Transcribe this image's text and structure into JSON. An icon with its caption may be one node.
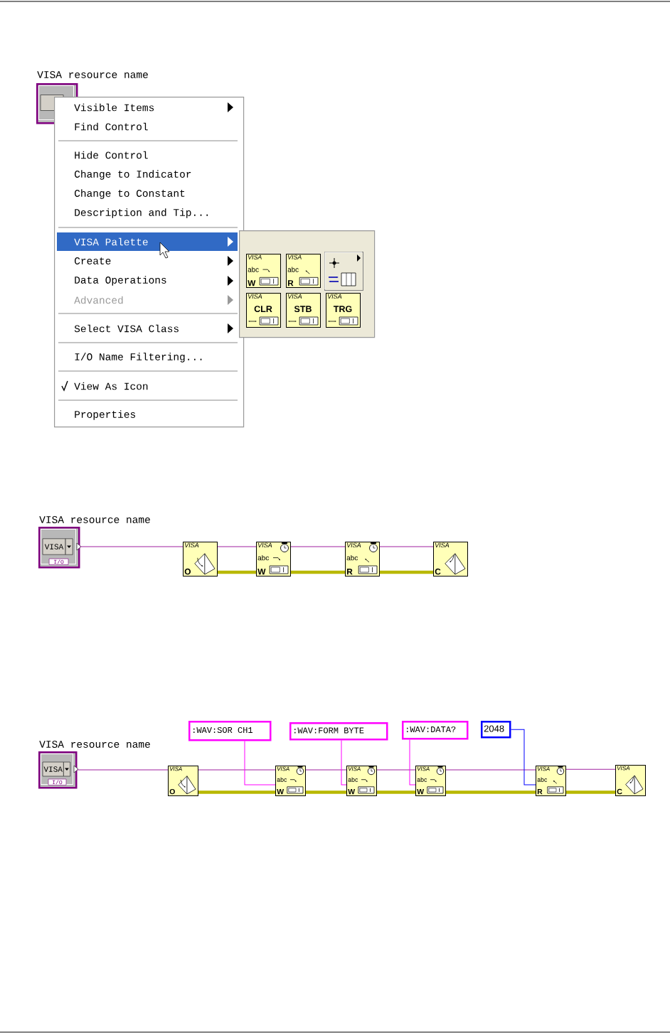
{
  "diagram": {
    "nodes": [
      {
        "text": [
          "VISA resource name"
        ]
      },
      {
        "text": [
          "Visible Items",
          "Find Control",
          "Hide Control",
          "Change to Indicator",
          "Change to Constant",
          "Description and Tip...",
          "VISA Palette",
          "Create",
          "Data Operations",
          "Advanced",
          "Select VISA Class",
          "I/O Name Filtering...",
          "View As Icon",
          "Properties"
        ]
      },
      {
        "text": [],
        "shape": "box"
      },
      {
        "text": [
          "VISA",
          "abc",
          "W"
        ],
        "in": 2
      },
      {
        "text": [
          "VISA",
          "abc",
          "R"
        ],
        "in": 2
      },
      {
        "text": [],
        "shape": "box",
        "in": 2
      },
      {
        "text": [
          "VISA",
          "CLR"
        ],
        "in": 2
      },
      {
        "text": [
          "VISA",
          "STB"
        ],
        "in": 2
      },
      {
        "text": [
          "VISA",
          "TRG"
        ],
        "in": 2
      },
      {
        "text": [
          "VISA resource name",
          "VISA",
          "I/O"
        ]
      },
      {
        "text": [
          "VISA",
          "O"
        ]
      },
      {
        "text": [
          "VISA",
          "abc",
          "W"
        ]
      },
      {
        "text": [
          "VISA",
          "abc",
          "R"
        ]
      },
      {
        "text": [
          "VISA",
          "C"
        ]
      },
      {
        "text": [
          "VISA resource name",
          "VISA",
          "I/O"
        ]
      },
      {
        "text": [
          ":WAV:SOR CH1"
        ]
      },
      {
        "text": [
          ":WAV:FORM BYTE"
        ]
      },
      {
        "text": [
          ":WAV:DATA?"
        ]
      },
      {
        "text": [
          "2048"
        ]
      },
      {
        "text": [
          "VISA",
          "O"
        ]
      },
      {
        "text": [
          "VISA",
          "abc",
          "W"
        ]
      },
      {
        "text": [
          "VISA",
          "abc",
          "W"
        ]
      },
      {
        "text": [
          "VISA",
          "abc",
          "W"
        ]
      },
      {
        "text": [
          "VISA",
          "abc",
          "R"
        ]
      },
      {
        "text": [
          "VISA",
          "C"
        ]
      }
    ],
    "edges": [
      {
        "from": 9,
        "to": 10,
        "arrow": "none"
      },
      {
        "from": 10,
        "to": 11,
        "arrow": "none"
      },
      {
        "from": 11,
        "to": 12,
        "arrow": "none"
      },
      {
        "from": 12,
        "to": 13,
        "arrow": "none"
      },
      {
        "from": 10,
        "to": 11,
        "arrow": "none",
        "style": "thick",
        "color": "#b8b800"
      },
      {
        "from": 11,
        "to": 12,
        "arrow": "none",
        "style": "thick",
        "color": "#b8b800"
      },
      {
        "from": 12,
        "to": 13,
        "arrow": "none",
        "style": "thick",
        "color": "#b8b800"
      },
      {
        "from": 14,
        "to": 19,
        "arrow": "none"
      },
      {
        "from": 19,
        "to": 20,
        "arrow": "none"
      },
      {
        "from": 20,
        "to": 21,
        "arrow": "none"
      },
      {
        "from": 21,
        "to": 22,
        "arrow": "none"
      },
      {
        "from": 22,
        "to": 23,
        "arrow": "none"
      },
      {
        "from": 23,
        "to": 24,
        "arrow": "none"
      },
      {
        "from": 19,
        "to": 20,
        "arrow": "none",
        "style": "thick",
        "color": "#b8b800"
      },
      {
        "from": 20,
        "to": 21,
        "arrow": "none",
        "style": "thick",
        "color": "#b8b800"
      },
      {
        "from": 21,
        "to": 22,
        "arrow": "none",
        "style": "thick",
        "color": "#b8b800"
      },
      {
        "from": 22,
        "to": 23,
        "arrow": "none",
        "style": "thick",
        "color": "#b8b800"
      },
      {
        "from": 23,
        "to": 24,
        "arrow": "none",
        "style": "thick",
        "color": "#b8b800"
      },
      {
        "from": 15,
        "to": 20,
        "arrow": "none",
        "color": "#ff00ff"
      },
      {
        "from": 16,
        "to": 21,
        "arrow": "none",
        "color": "#ff00ff"
      },
      {
        "from": 17,
        "to": 22,
        "arrow": "none",
        "color": "#ff00ff"
      },
      {
        "from": 18,
        "to": 23,
        "arrow": "none",
        "color": "#0000ff"
      }
    ]
  }
}
